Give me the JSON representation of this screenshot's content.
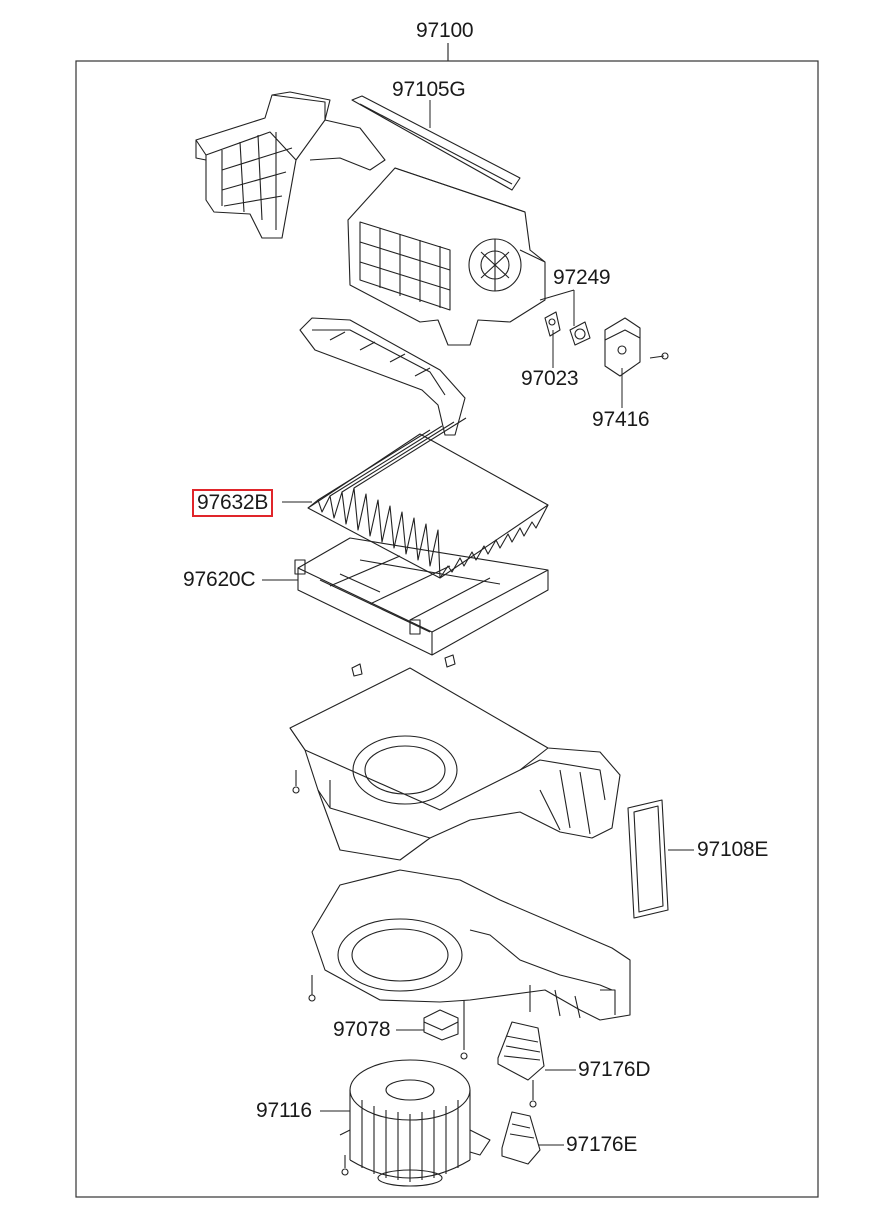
{
  "assembly_label": "97100",
  "parts": [
    {
      "id": "97105G"
    },
    {
      "id": "97249"
    },
    {
      "id": "97023"
    },
    {
      "id": "97416"
    },
    {
      "id": "97632B",
      "highlighted": true
    },
    {
      "id": "97620C"
    },
    {
      "id": "97108E"
    },
    {
      "id": "97078"
    },
    {
      "id": "97176D"
    },
    {
      "id": "97116"
    },
    {
      "id": "97176E"
    }
  ],
  "colors": {
    "line": "#222222",
    "frame": "#333333",
    "highlight": "#e0252a"
  }
}
